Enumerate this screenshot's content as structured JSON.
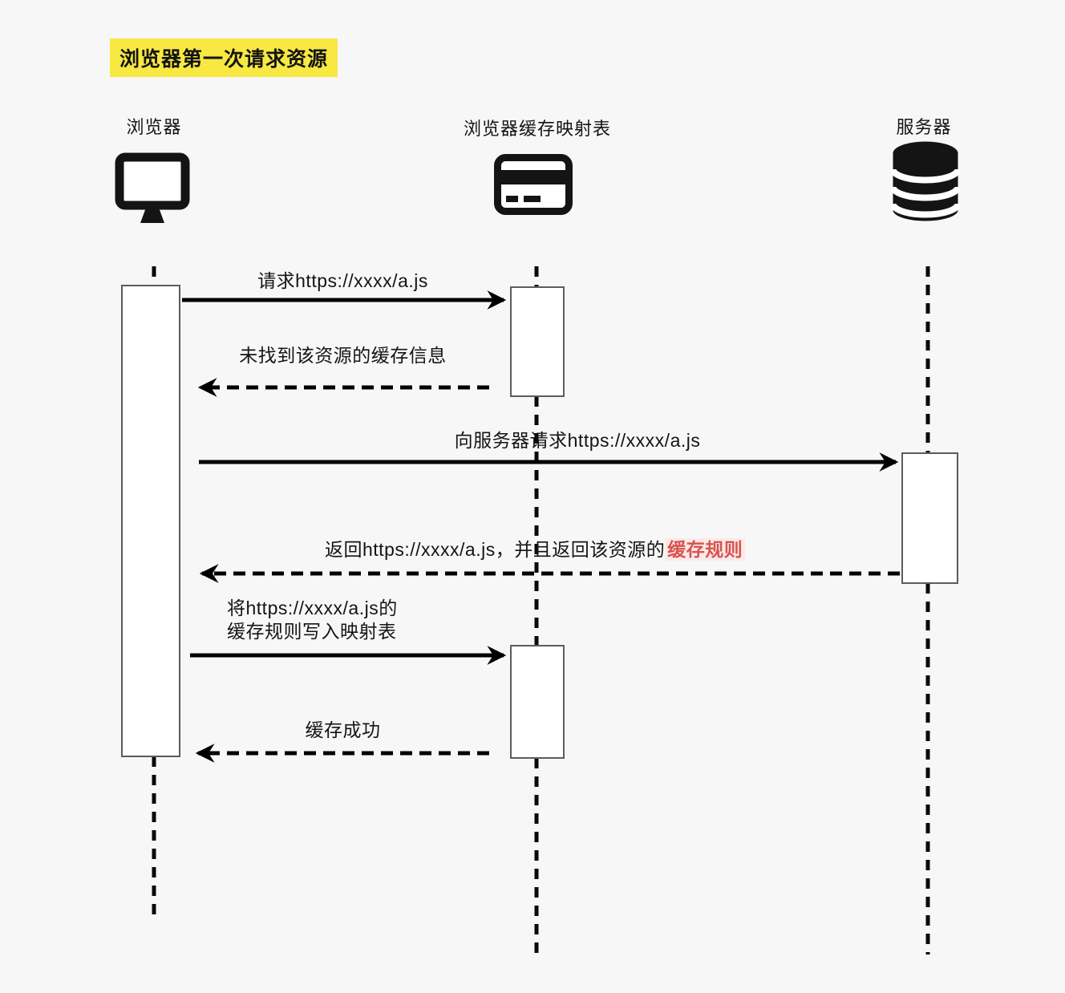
{
  "title": "浏览器第一次请求资源",
  "actors": [
    {
      "label": "浏览器",
      "icon": "monitor-icon"
    },
    {
      "label": "浏览器缓存映射表",
      "icon": "card-icon"
    },
    {
      "label": "服务器",
      "icon": "database-icon"
    }
  ],
  "messages": [
    {
      "text": "请求https://xxxx/a.js",
      "style": "solid",
      "direction": "right",
      "from": "浏览器",
      "to": "浏览器缓存映射表"
    },
    {
      "text": "未找到该资源的缓存信息",
      "style": "dashed",
      "direction": "left",
      "from": "浏览器缓存映射表",
      "to": "浏览器"
    },
    {
      "text": "向服务器请求https://xxxx/a.js",
      "style": "solid",
      "direction": "right",
      "from": "浏览器",
      "to": "服务器"
    },
    {
      "text": "返回https://xxxx/a.js，并且返回该资源的",
      "highlight": "缓存规则",
      "style": "dashed",
      "direction": "left",
      "from": "服务器",
      "to": "浏览器"
    },
    {
      "line1": "将https://xxxx/a.js的",
      "line2": "缓存规则写入映射表",
      "style": "solid",
      "direction": "right",
      "from": "浏览器",
      "to": "浏览器缓存映射表"
    },
    {
      "text": "缓存成功",
      "style": "dashed",
      "direction": "left",
      "from": "浏览器缓存映射表",
      "to": "浏览器"
    }
  ],
  "colors": {
    "title_highlight": "#f7e842",
    "red_highlight_text": "#d9534f",
    "red_highlight_bg": "#fbeaea",
    "line": "#000000",
    "background": "#f7f7f8"
  }
}
